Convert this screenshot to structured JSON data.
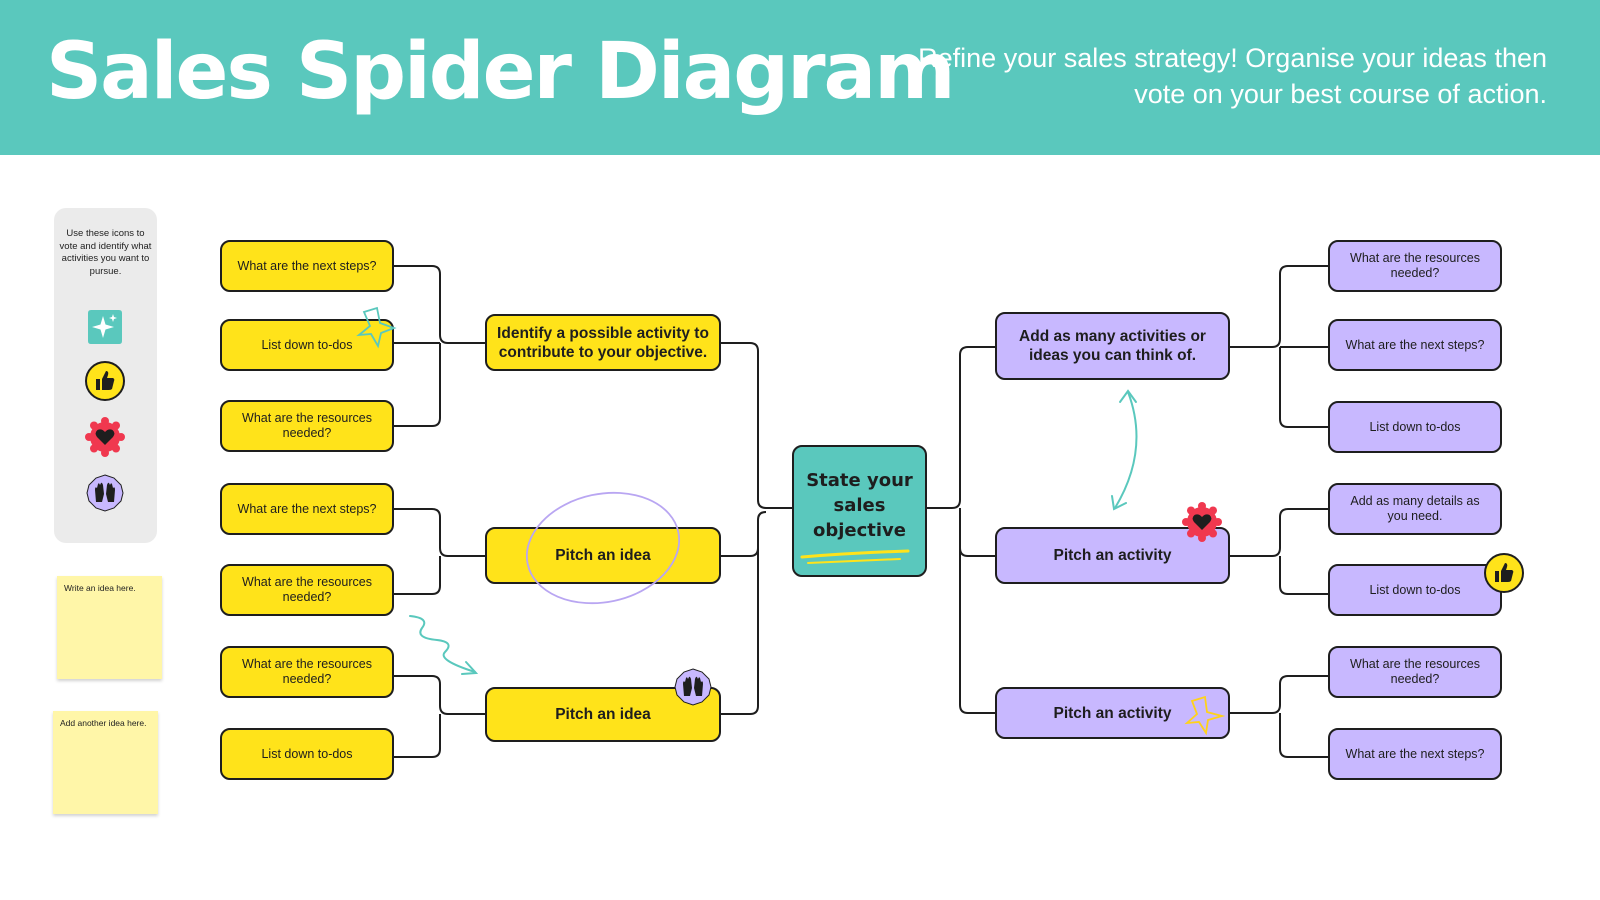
{
  "header": {
    "title": "Sales Spider Diagram",
    "subtitle": "Refine your sales strategy! Organise your ideas then vote on your best course of action."
  },
  "legend": {
    "text": "Use these icons to vote and identify what activities you want to pursue.",
    "icons": [
      "sparkle-icon",
      "thumbs-up-icon",
      "heart-icon",
      "raised-hands-icon"
    ]
  },
  "stickies": [
    "Write an idea here.",
    "Add another idea here."
  ],
  "center": {
    "label": "State your sales objective"
  },
  "left": {
    "mid": [
      "Identify a possible activity to contribute to your objective.",
      "Pitch an idea",
      "Pitch an idea"
    ],
    "leaves": [
      "What are the next steps?",
      "List down to-dos",
      "What are the resources needed?",
      "What are the next steps?",
      "What are the resources needed?",
      "What are the resources needed?",
      "List down to-dos"
    ]
  },
  "right": {
    "mid": [
      "Add as many activities or ideas you can think of.",
      "Pitch an activity",
      "Pitch an activity"
    ],
    "leaves": [
      "What are the resources needed?",
      "What are the next steps?",
      "List down to-dos",
      "Add as many details as you need.",
      "List down to-dos",
      "What are the resources needed?",
      "What are the next steps?"
    ]
  },
  "colors": {
    "header_teal": "#5ac8bd",
    "yellow": "#ffe31a",
    "purple": "#c8b8ff",
    "heart_red": "#f0384f",
    "sticky": "#fff6a8"
  }
}
